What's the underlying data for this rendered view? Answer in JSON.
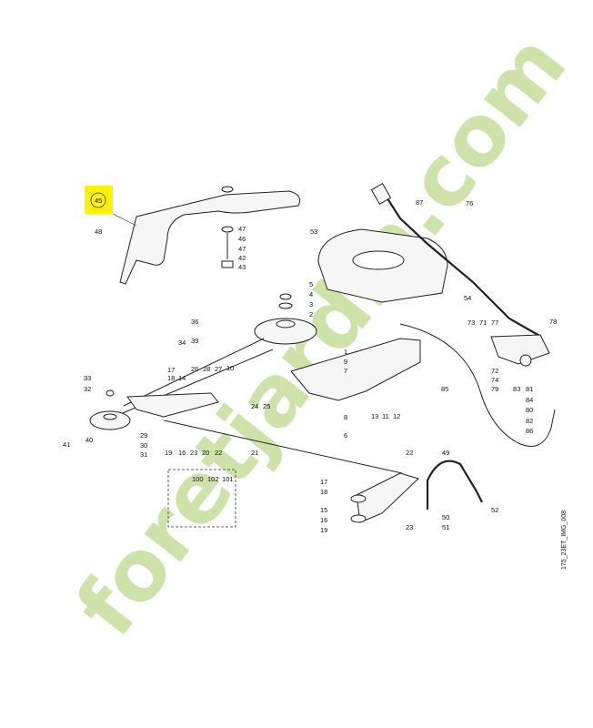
{
  "highlight": {
    "label": "45",
    "color": "#fff200"
  },
  "watermark": {
    "text": "foretjardin.com",
    "letters_green": "forêtjardin.com",
    "color_green": "#c9dfa0",
    "color_orange": "#f6c89a"
  },
  "drawing_code": "175_23ET_IMG_008",
  "labels": [
    "48",
    "47",
    "46",
    "47",
    "42",
    "43",
    "53",
    "87",
    "76",
    "54",
    "5",
    "4",
    "3",
    "2",
    "36",
    "39",
    "34",
    "1",
    "9",
    "7",
    "10",
    "27",
    "28",
    "26",
    "14",
    "18",
    "17",
    "33",
    "32",
    "25",
    "24",
    "13",
    "11",
    "12",
    "8",
    "6",
    "73",
    "71",
    "77",
    "78",
    "72",
    "74",
    "79",
    "83",
    "81",
    "84",
    "80",
    "82",
    "86",
    "85",
    "29",
    "30",
    "31",
    "19",
    "16",
    "23",
    "20",
    "22",
    "21",
    "41",
    "40",
    "100",
    "102",
    "101",
    "17",
    "18",
    "15",
    "16",
    "19",
    "22",
    "49",
    "50",
    "51",
    "52",
    "23"
  ]
}
